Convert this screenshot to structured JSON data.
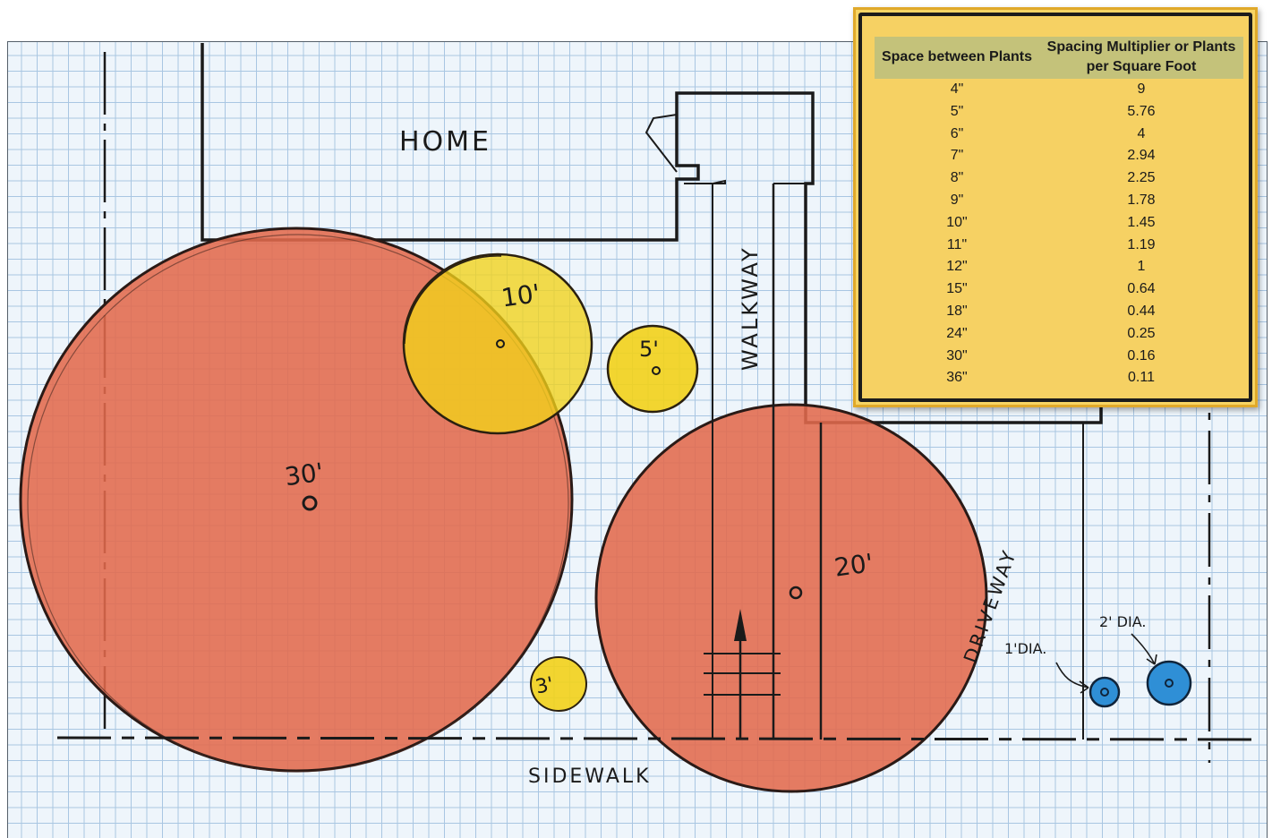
{
  "labels": {
    "home": "HOME",
    "walkway": "WALKWAY",
    "sidewalk": "SIDEWALK",
    "driveway": "DRIVEWAY"
  },
  "plants": [
    {
      "label": "30'",
      "spread_ft": 30,
      "color": "#e26a4c"
    },
    {
      "label": "10'",
      "spread_ft": 10,
      "color": "#f2d21a"
    },
    {
      "label": "5'",
      "spread_ft": 5,
      "color": "#f2d21a"
    },
    {
      "label": "3'",
      "spread_ft": 3,
      "color": "#f2d21a"
    },
    {
      "label": "20'",
      "spread_ft": 20,
      "color": "#e26a4c"
    },
    {
      "label": "1'DIA.",
      "spread_ft": 1,
      "color": "#2f8fd6"
    },
    {
      "label": "2' DIA.",
      "spread_ft": 2,
      "color": "#2f8fd6"
    }
  ],
  "spacing_table": {
    "headers": [
      "Space between Plants",
      "Spacing Multiplier or Plants per Square Foot"
    ],
    "rows": [
      [
        "4\"",
        "9"
      ],
      [
        "5\"",
        "5.76"
      ],
      [
        "6\"",
        "4"
      ],
      [
        "7\"",
        "2.94"
      ],
      [
        "8\"",
        "2.25"
      ],
      [
        "9\"",
        "1.78"
      ],
      [
        "10\"",
        "1.45"
      ],
      [
        "11\"",
        "1.19"
      ],
      [
        "12\"",
        "1"
      ],
      [
        "15\"",
        "0.64"
      ],
      [
        "18\"",
        "0.44"
      ],
      [
        "24\"",
        "0.25"
      ],
      [
        "30\"",
        "0.16"
      ],
      [
        "36\"",
        "0.11"
      ]
    ]
  },
  "colors": {
    "large_plant": "#e26a4c",
    "medium_plant": "#f2d21a",
    "small_plant": "#2f8fd6",
    "table_background": "#f7d464",
    "grid_line": "#a9c6e2"
  }
}
